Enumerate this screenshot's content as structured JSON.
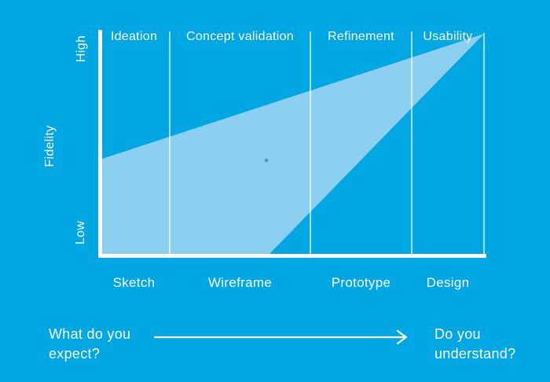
{
  "chart": {
    "y_axis": {
      "label": "Fidelity",
      "high": "High",
      "low": "Low"
    },
    "phases": [
      "Ideation",
      "Concept validation",
      "Refinement",
      "Usability"
    ],
    "stages": [
      "Sketch",
      "Wireframe",
      "Prototype",
      "Design"
    ]
  },
  "footer": {
    "left_line1": "What do you",
    "left_line2": "expect?",
    "right_line1": "Do you",
    "right_line2": "understand?"
  },
  "colors": {
    "background": "#00a7e3",
    "wedge": "#8dcff0",
    "line": "#ffffff",
    "dot": "#4b87c9"
  }
}
